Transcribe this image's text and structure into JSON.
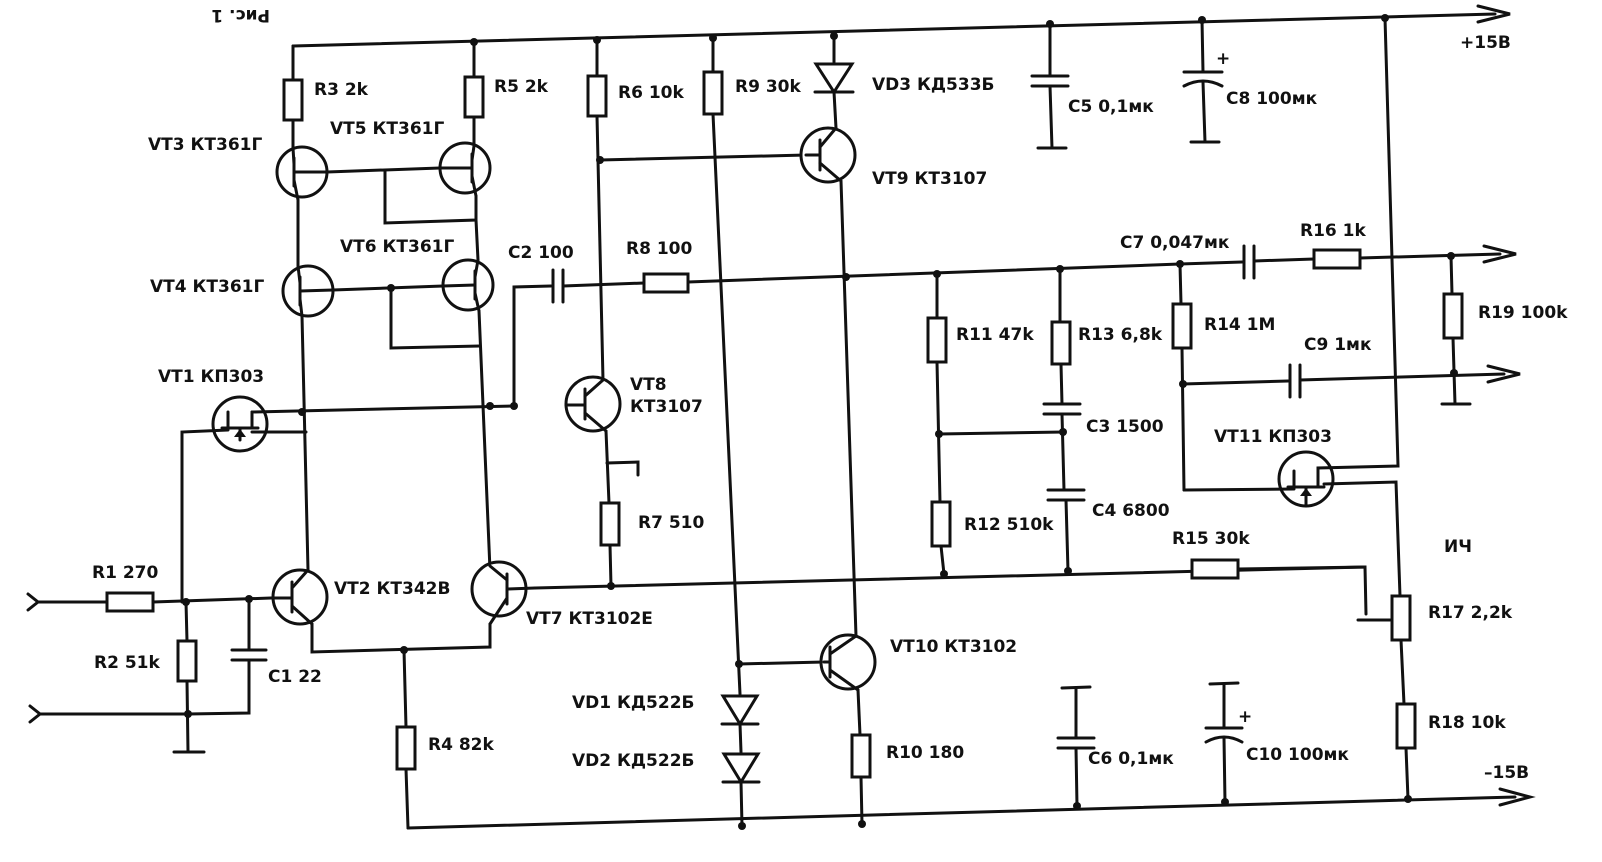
{
  "figure_caption": "Рис. 1",
  "rails": {
    "positive": "+15В",
    "negative": "–15В"
  },
  "corner_fragment": "ИЧ",
  "resistors": {
    "R1": "R1 270",
    "R2": "R2 51k",
    "R3": "R3 2k",
    "R4": "R4 82k",
    "R5": "R5 2k",
    "R6": "R6 10k",
    "R7": "R7 510",
    "R8": "R8 100",
    "R9": "R9 30k",
    "R10": "R10 180",
    "R11": "R11 47k",
    "R12": "R12 510k",
    "R13": "R13 6,8k",
    "R14": "R14 1M",
    "R15": "R15 30k",
    "R16": "R16 1k",
    "R17": "R17 2,2k",
    "R18": "R18 10k",
    "R19": "R19 100k"
  },
  "capacitors": {
    "C1": "C1 22",
    "C2": "C2 100",
    "C3": "C3 1500",
    "C4": "C4 6800",
    "C5": "C5 0,1мк",
    "C6": "C6 0,1мк",
    "C7": "C7 0,047мк",
    "C8": "C8 100мк",
    "C9": "C9 1мк",
    "C10": "C10 100мк"
  },
  "transistors": {
    "VT1": "VT1 КП303",
    "VT2": "VT2 КТ342В",
    "VT3": "VT3 КТ361Г",
    "VT4": "VT4 КТ361Г",
    "VT5": "VT5 КТ361Г",
    "VT6": "VT6 КТ361Г",
    "VT7": "VT7 КТ3102Е",
    "VT8_name": "VT8",
    "VT8_type": "КТ3107",
    "VT9": "VT9 КТ3107",
    "VT10": "VT10 КТ3102",
    "VT11": "VT11 КП303"
  },
  "diodes": {
    "VD1": "VD1 КД522Б",
    "VD2": "VD2 КД522Б",
    "VD3": "VD3 КД533Б"
  },
  "polarity_mark": "+"
}
